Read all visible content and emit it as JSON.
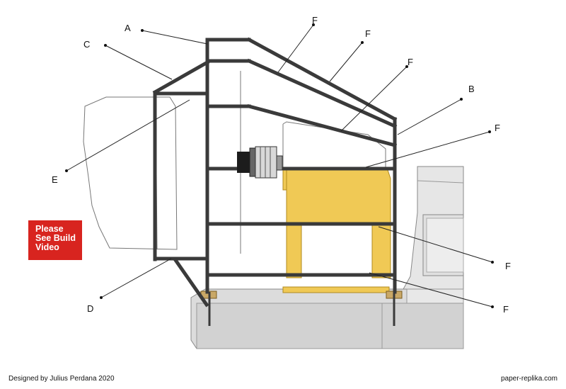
{
  "notice": {
    "lines": [
      "Please",
      "See Build",
      "Video"
    ],
    "background_color": "#d8241f"
  },
  "callouts": {
    "a": "A",
    "b": "B",
    "c": "C",
    "d": "D",
    "e": "E",
    "f1": "F",
    "f2": "F",
    "f3": "F",
    "f4": "F",
    "f5": "F",
    "f6": "F"
  },
  "footer": {
    "credit": "Designed by Julius Perdana 2020",
    "site": "paper-replika.com"
  },
  "colors": {
    "frame": "#3a3a3a",
    "yellow_part": "#f0c955",
    "base_gray": "#d9d9d9"
  }
}
